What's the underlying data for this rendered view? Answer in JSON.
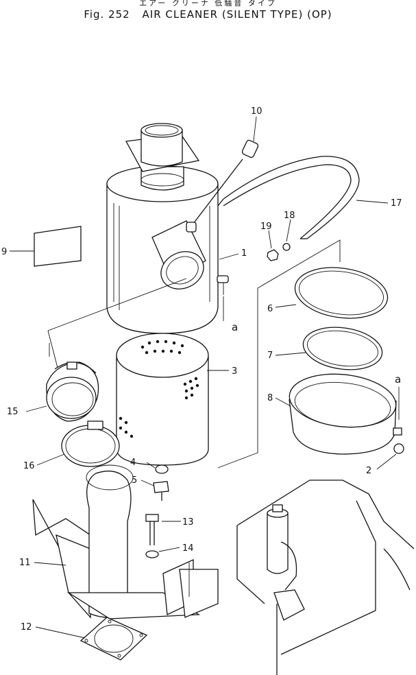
{
  "header": {
    "jp_title": "エアー クリーナ 低騒音 タイプ",
    "fig_label": "Fig. 252",
    "fig_title": "AIR CLEANER (SILENT TYPE) (OP)"
  },
  "callouts": {
    "c1": "1",
    "c2": "2",
    "c3": "3",
    "c4": "4",
    "c5": "5",
    "c6": "6",
    "c7": "7",
    "c8": "8",
    "c9": "9",
    "c10": "10",
    "c11": "11",
    "c12": "12",
    "c13": "13",
    "c14": "14",
    "c15": "15",
    "c16": "16",
    "c17": "17",
    "c18": "18",
    "c19": "19"
  },
  "refs": {
    "a_left": "a",
    "a_right": "a"
  }
}
